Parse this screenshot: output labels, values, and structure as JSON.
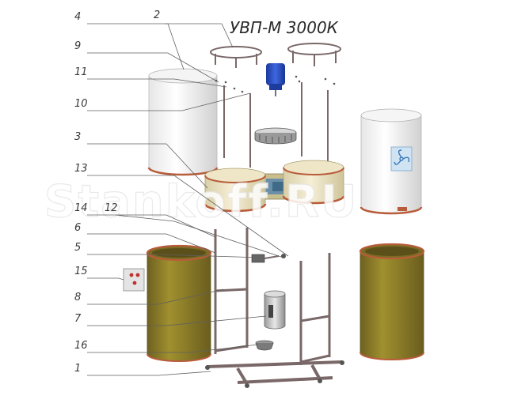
{
  "title": "УВП-М 3000К",
  "watermark": "Stankoff.RU",
  "callouts": [
    "4",
    "2",
    "9",
    "11",
    "10",
    "3",
    "13",
    "14",
    "12",
    "6",
    "5",
    "15",
    "8",
    "7",
    "16",
    "1"
  ],
  "colors": {
    "drum_olive": "#8a7a2a",
    "drum_rim": "#b85c3a",
    "motor_blue": "#2a4fbf",
    "pipe": "#7a6868",
    "cyclone_cream": "#efe6c8",
    "panel_red": "#c03030"
  }
}
